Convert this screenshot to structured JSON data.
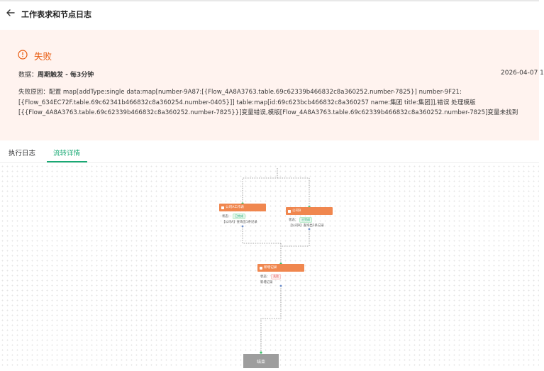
{
  "header": {
    "title": "工作表求和节点日志"
  },
  "failure": {
    "status": "失败",
    "data_label": "数据：",
    "data_value": "周期触发 - 每3分钟",
    "timestamp": "2026-04-07 1",
    "reason_line1": "失败原因：配置 map[addType:single data:map[number-9A87:[{Flow_4A8A3763.table.69c62339b466832c8a360252.number-7825}] number-9F21:",
    "reason_line2": "[{Flow_634EC72F.table.69c62341b466832c8a360254.number-0405}]] table:map[id:69c623bcb466832c8a360257 name:集团 title:集团]],错误 处理模版",
    "reason_line3": "[{{Flow_4A8A3763.table.69c62339b466832c8a360252.number-7825}}]变量错误,模版[Flow_4A8A3763.table.69c62339b466832c8a360252.number-7825]变量未找到"
  },
  "tabs": [
    {
      "label": "执行日志",
      "active": false
    },
    {
      "label": "流转详情",
      "active": true
    }
  ],
  "flow": {
    "nodes": [
      {
        "title": "公司A工作表",
        "status_label": "状态：",
        "status": "已完成",
        "status_type": "ok",
        "desc": "【公司A】查询出1条记录"
      },
      {
        "title": "公司B",
        "status_label": "状态：",
        "status": "已完成",
        "status_type": "ok",
        "desc": "【公司B】查询出1条记录"
      },
      {
        "title": "新增记录",
        "status_label": "状态：",
        "status": "失败",
        "status_type": "fail",
        "desc": "新增记录"
      }
    ],
    "end_label": "结束"
  },
  "colors": {
    "accent": "#19a974",
    "fail": "#e8590c",
    "node_header": "#f0874f",
    "panel_bg": "#fff3ef"
  }
}
